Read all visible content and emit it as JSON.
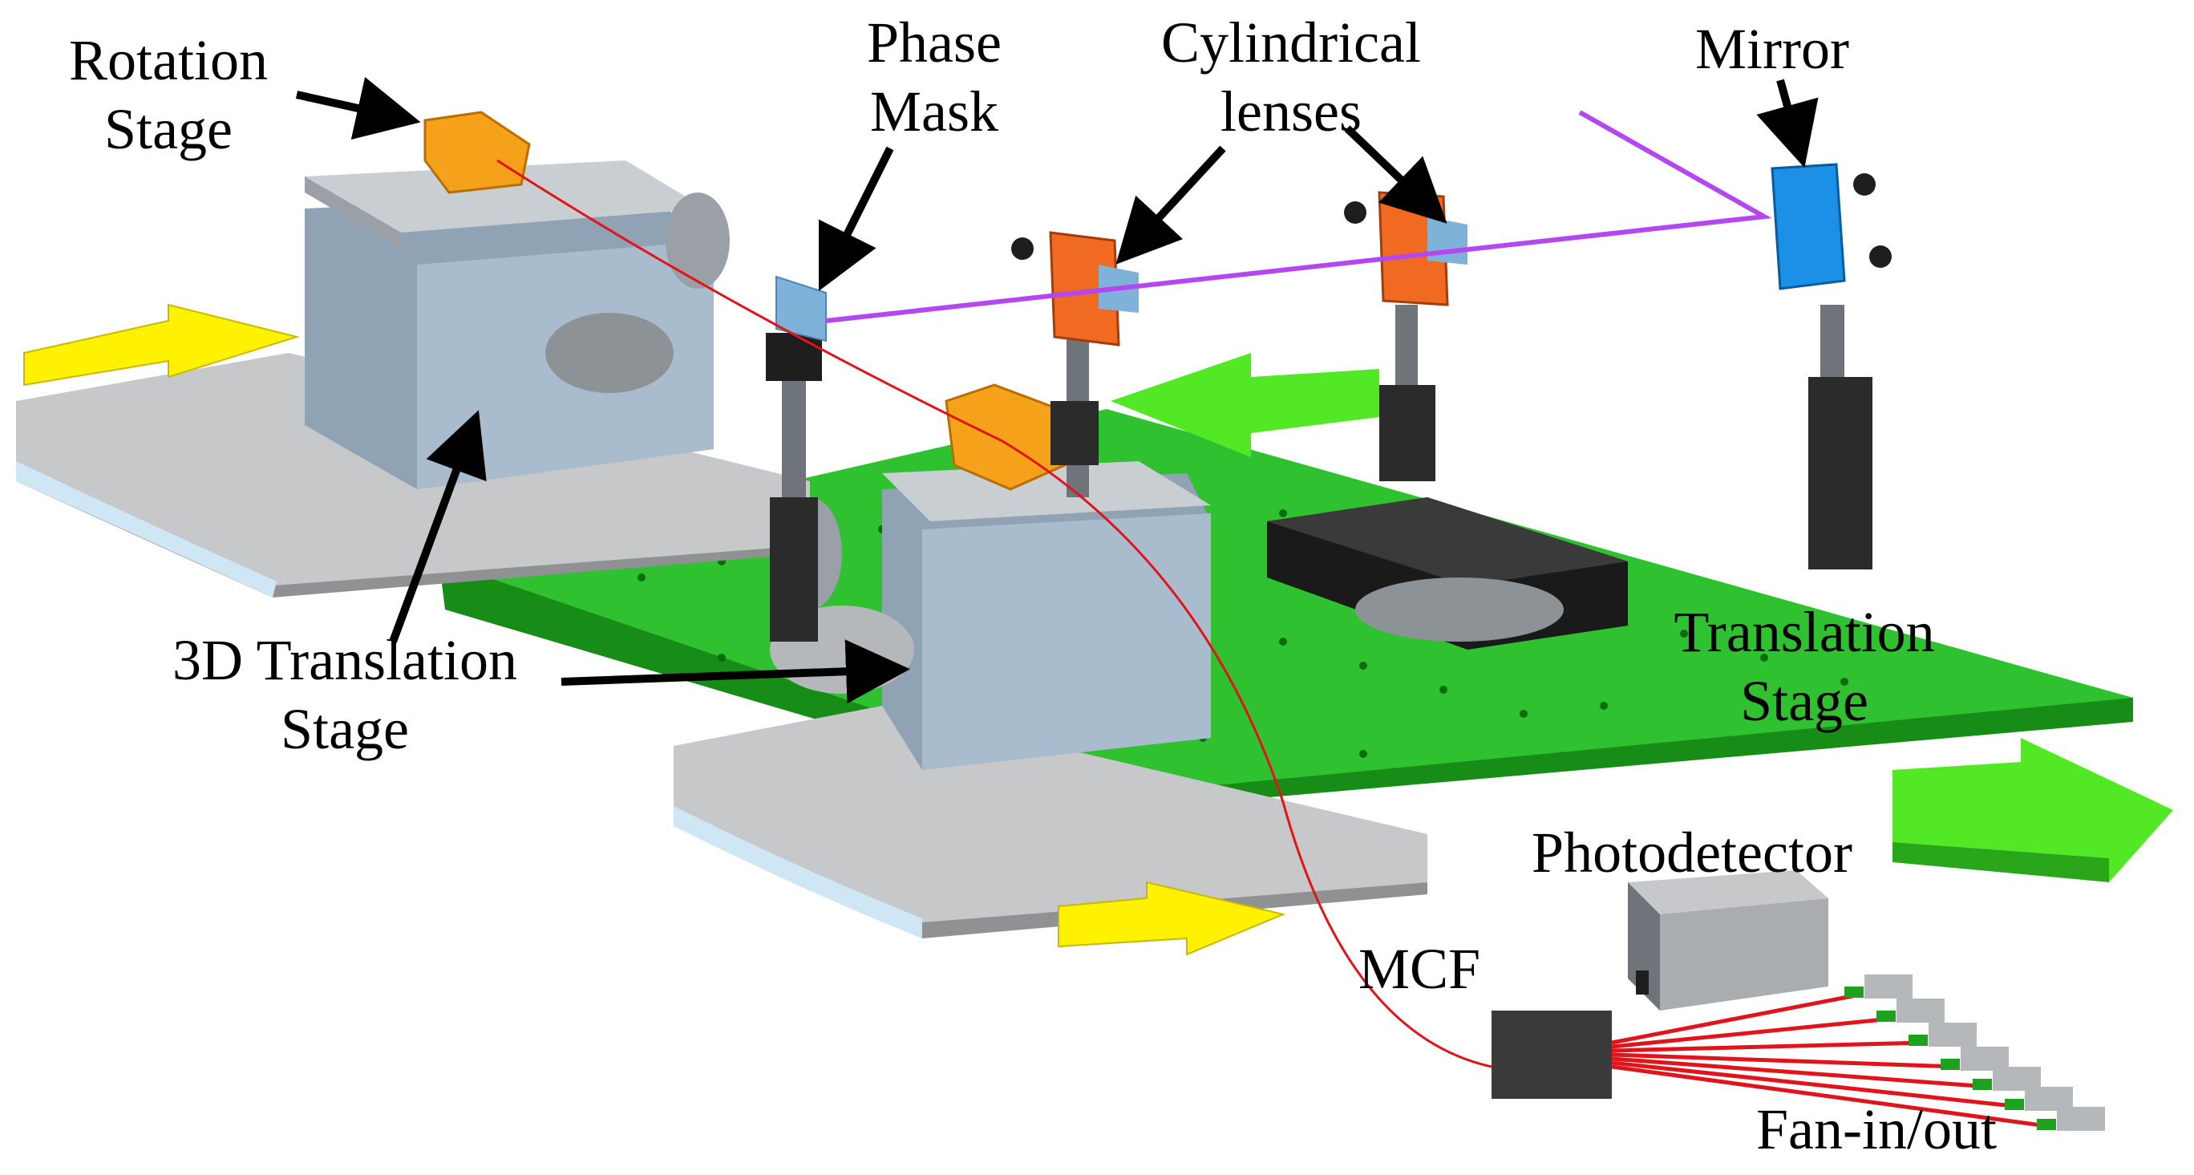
{
  "labels": {
    "rotation_stage": [
      "Rotation",
      "Stage"
    ],
    "phase_mask": [
      "Phase",
      "Mask"
    ],
    "cylindrical_lenses": [
      "Cylindrical",
      "lenses"
    ],
    "mirror": "Mirror",
    "translation_3d": [
      "3D Translation",
      "Stage"
    ],
    "translation_stage": [
      "Translation",
      "Stage"
    ],
    "photodetector": "Photodetector",
    "mcf": "MCF",
    "fan_in_out": "Fan-in/out"
  },
  "colors": {
    "table": "#2fc12f",
    "table_side": "#178c17",
    "arrow_green": "#53e825",
    "arrow_yellow": "#fff200",
    "stage_block": "#a9bccd",
    "platform": "#c7c8ca",
    "rotation": "#f5a21a",
    "mount": "#f06a22",
    "mirror_mount": "#1c8fe6",
    "post": "#2b2b2b",
    "laser": "#b347f0",
    "fiber": "#e0141a",
    "lens": "#7fb2d8"
  }
}
